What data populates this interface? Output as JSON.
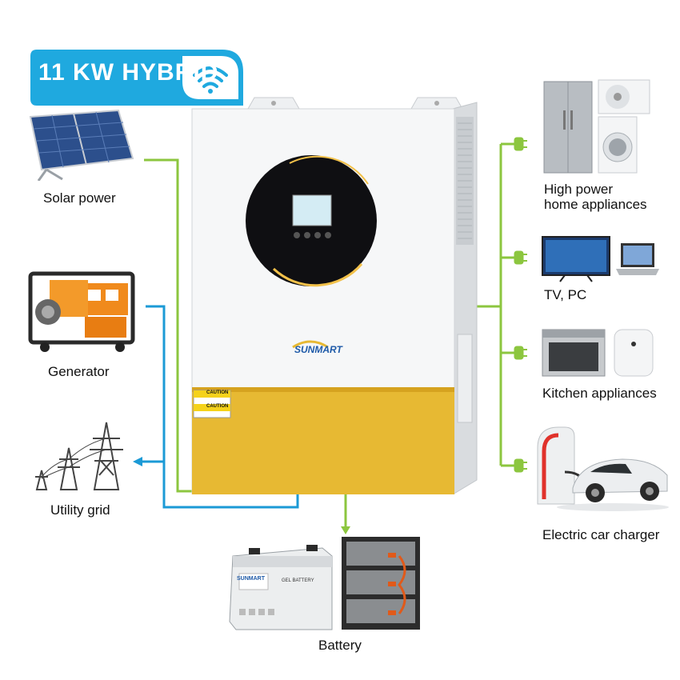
{
  "badge": {
    "text": "11 KW HYBRID",
    "icon": "wifi-icon"
  },
  "inverter": {
    "brand": "SUNMART",
    "caution_1": "CAUTION",
    "caution_2": "CAUTION"
  },
  "sources": [
    {
      "label": "Solar power",
      "icon": "solar-panel-icon"
    },
    {
      "label": "Generator",
      "icon": "generator-icon"
    },
    {
      "label": "Utility grid",
      "icon": "power-tower-icon"
    }
  ],
  "storage": {
    "label": "Battery",
    "icon": "battery-icon",
    "battery_tag": "SUNMART",
    "battery_model": "GEL BATTERY"
  },
  "loads": [
    {
      "label_line1": "High power",
      "label_line2": "home appliances",
      "icon": "fridge-washer-icon"
    },
    {
      "label_line1": "TV, PC",
      "icon": "tv-laptop-icon"
    },
    {
      "label_line1": "Kitchen appliances",
      "icon": "oven-humidifier-icon"
    },
    {
      "label_line1": "Electric car charger",
      "icon": "ev-charger-icon"
    }
  ],
  "colors": {
    "badge": "#1fa9df",
    "solar_line": "#8cc63f",
    "grid_line": "#1b9ad6",
    "accent_gold": "#e7b933"
  }
}
